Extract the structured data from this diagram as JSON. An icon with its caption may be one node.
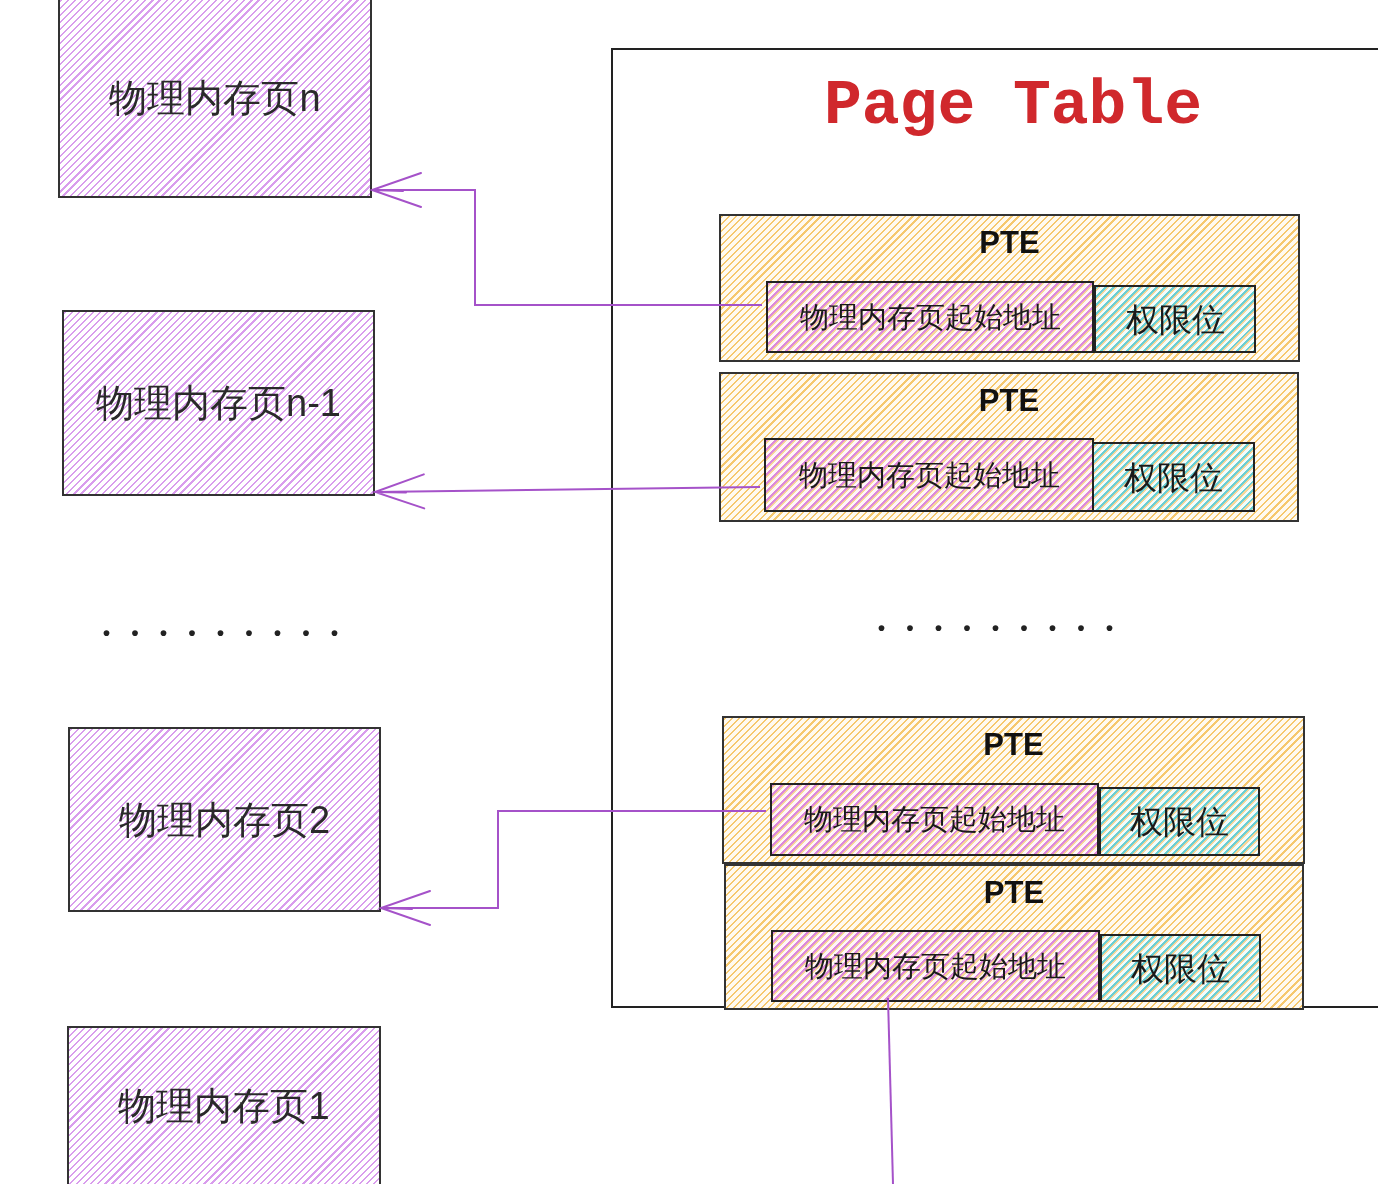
{
  "diagram": {
    "nodes": [
      {
        "text": [
          "物理内存页n"
        ]
      },
      {
        "text": [
          "物理内存页n-1"
        ]
      },
      {
        "text": [
          "物理内存页2"
        ]
      },
      {
        "text": [
          "物理内存页1"
        ]
      },
      {
        "text": [
          "Page Table"
        ]
      },
      {
        "text": [
          "PTE"
        ],
        "in": 4
      },
      {
        "text": [
          "物理内存页起始地址"
        ],
        "in": 5
      },
      {
        "text": [
          "权限位"
        ],
        "in": 5
      },
      {
        "text": [
          "PTE"
        ],
        "in": 4
      },
      {
        "text": [
          "物理内存页起始地址"
        ],
        "in": 8
      },
      {
        "text": [
          "权限位"
        ],
        "in": 8
      },
      {
        "text": [
          "PTE"
        ],
        "in": 4
      },
      {
        "text": [
          "物理内存页起始地址"
        ],
        "in": 11
      },
      {
        "text": [
          "权限位"
        ],
        "in": 11
      },
      {
        "text": [
          "PTE"
        ],
        "in": 4
      },
      {
        "text": [
          "物理内存页起始地址"
        ],
        "in": 14
      },
      {
        "text": [
          "权限位"
        ],
        "in": 14
      }
    ],
    "edges": [
      {
        "from": 6,
        "to": 0,
        "arrow": "to"
      },
      {
        "from": 9,
        "to": 1,
        "arrow": "to"
      },
      {
        "from": 12,
        "to": 2,
        "arrow": "to"
      },
      {
        "from": 15,
        "to": null,
        "arrow": "none"
      }
    ],
    "labels": [
      ".........",
      "........."
    ]
  }
}
